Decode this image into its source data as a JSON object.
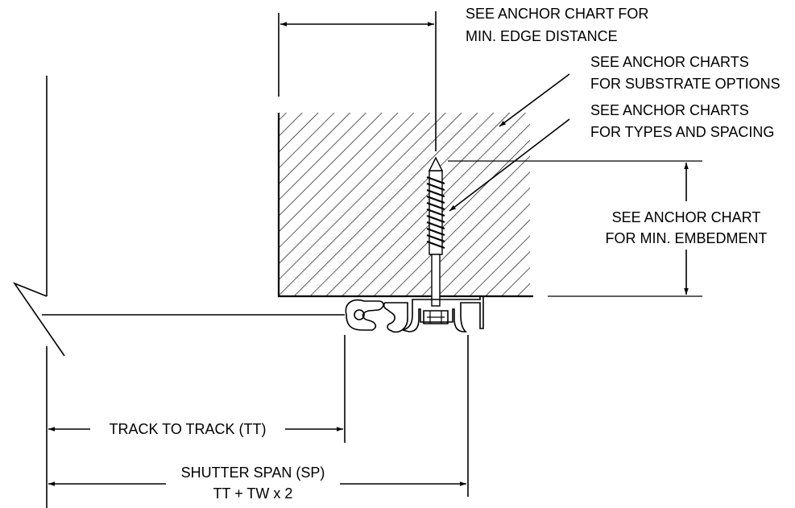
{
  "labels": {
    "edge_line1": "SEE ANCHOR CHART FOR",
    "edge_line2": "MIN. EDGE DISTANCE",
    "substrate_line1": "SEE ANCHOR CHARTS",
    "substrate_line2": "FOR SUBSTRATE OPTIONS",
    "types_line1": "SEE ANCHOR CHARTS",
    "types_line2": "FOR TYPES AND SPACING",
    "embed_line1": "SEE ANCHOR CHART",
    "embed_line2": "FOR MIN. EMBEDMENT",
    "track_to_track": "TRACK TO TRACK (TT)",
    "span_line1": "SHUTTER SPAN (SP)",
    "span_line2": "TT + TW x 2"
  }
}
